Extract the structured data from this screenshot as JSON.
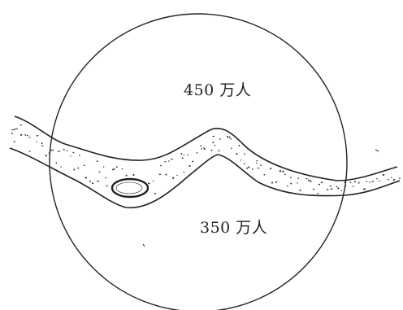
{
  "labels": {
    "north": "450 万人",
    "south": "350 万人"
  },
  "colors": {
    "ink": "#222222",
    "background": "#ffffff"
  },
  "icons": {
    "river": "river-band",
    "island": "river-island",
    "boundary": "city-circle"
  }
}
